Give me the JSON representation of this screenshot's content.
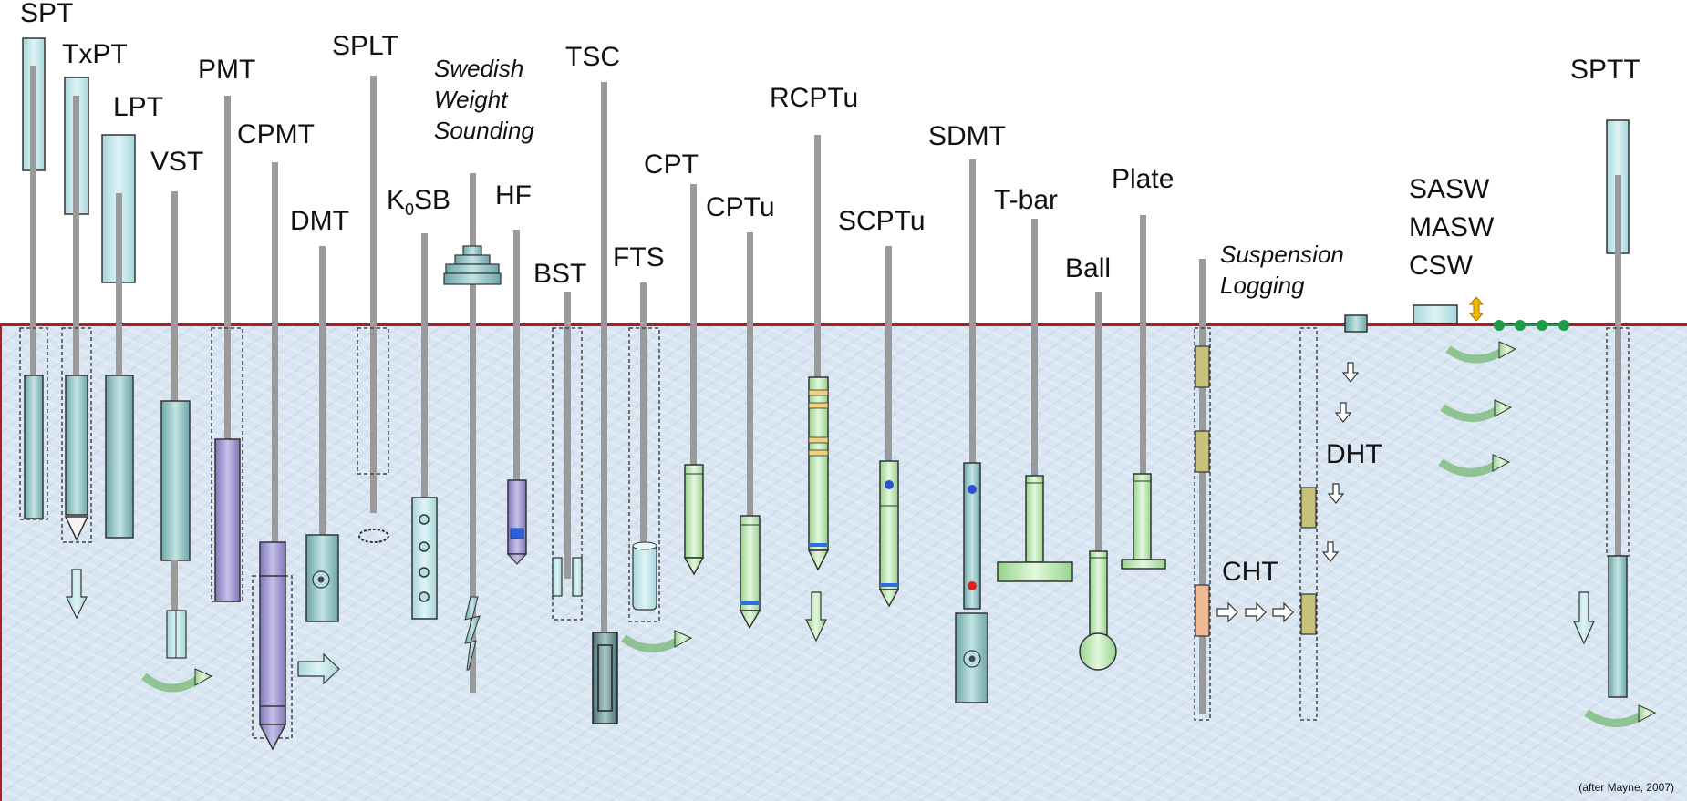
{
  "tests": {
    "spt": "SPT",
    "txpt": "TxPT",
    "lpt": "LPT",
    "vst": "VST",
    "pmt": "PMT",
    "cpmt": "CPMT",
    "dmt": "DMT",
    "splt": "SPLT",
    "sws": [
      "Swedish",
      "Weight",
      "Sounding"
    ],
    "k0sb_main": "K",
    "k0sb_sub": "0",
    "k0sb_rest": "SB",
    "hf": "HF",
    "bst": "BST",
    "tsc": "TSC",
    "fts": "FTS",
    "cpt": "CPT",
    "cptu": "CPTu",
    "rcptu": "RCPTu",
    "scptu": "SCPTu",
    "sdmt": "SDMT",
    "tbar": "T-bar",
    "ball": "Ball",
    "plate": "Plate",
    "suspension": [
      "Suspension",
      "Logging"
    ],
    "surface_waves": [
      "SASW",
      "MASW",
      "CSW"
    ],
    "cht": "CHT",
    "dht": "DHT",
    "sptt": "SPTT"
  },
  "credit": "(after Mayne, 2007)",
  "colors": {
    "ground": "#d9e6f2",
    "surface_line": "#a82020",
    "rod": "#9a9a9a",
    "cyan_tool": "#b9dfe3",
    "teal_tool": "#8fc0c2",
    "purple_tool": "#9c96cc",
    "green_tool": "#c8eec0",
    "arrow_green": "#b7e3b0",
    "yellow_arrow": "#f2b800",
    "node_green": "#1e9a4a"
  }
}
